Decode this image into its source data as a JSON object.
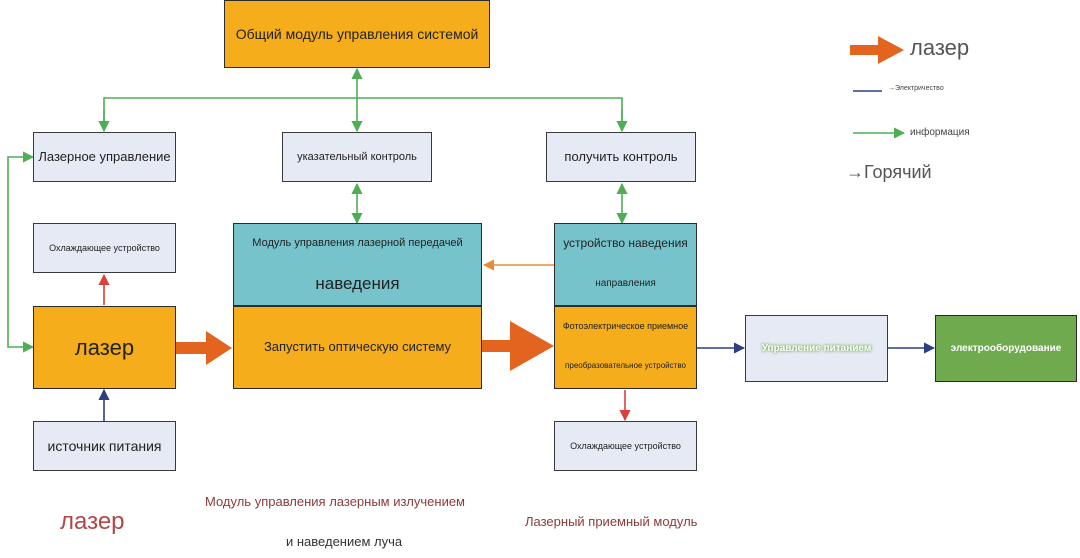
{
  "boxes": {
    "system_control": "Общий модуль управления системой",
    "laser_control": "Лазерное управление",
    "pointing_control": "указательный контроль",
    "receive_control": "получить контроль",
    "cooling_left": "Охлаждающее устройство",
    "tx_module_title": "Модуль управления лазерной передачей",
    "tx_module_sub": "наведения",
    "direction_device_line1": "устройство наведения",
    "direction_device_line2": "направления",
    "laser": "лазер",
    "optics": "Запустить оптическую систему",
    "pv_line1": "Фотоэлектрическое приемное",
    "pv_line2": "преобразовательное устройство",
    "power_management": "Управление питанием",
    "electrical_equipment": "электрооборудование",
    "power_source": "источник питания",
    "cooling_right": "Охлаждающее устройство"
  },
  "legend": {
    "laser": "лазер",
    "electricity": "→Электричество",
    "information": "информация",
    "hot": "→Горячий"
  },
  "captions": {
    "left": "лазер",
    "middle_line1": "Модуль управления лазерным излучением",
    "middle_line2": "и наведением луча",
    "right": "Лазерный приемный модуль"
  },
  "colors": {
    "laser_arrow": "#e2641f",
    "electricity": "#2c3f83",
    "information": "#4fae55",
    "heat": "#d9413a",
    "module_orange": "#f5ad1b",
    "module_teal": "#77c3cc",
    "equipment_green": "#6faa4e"
  }
}
